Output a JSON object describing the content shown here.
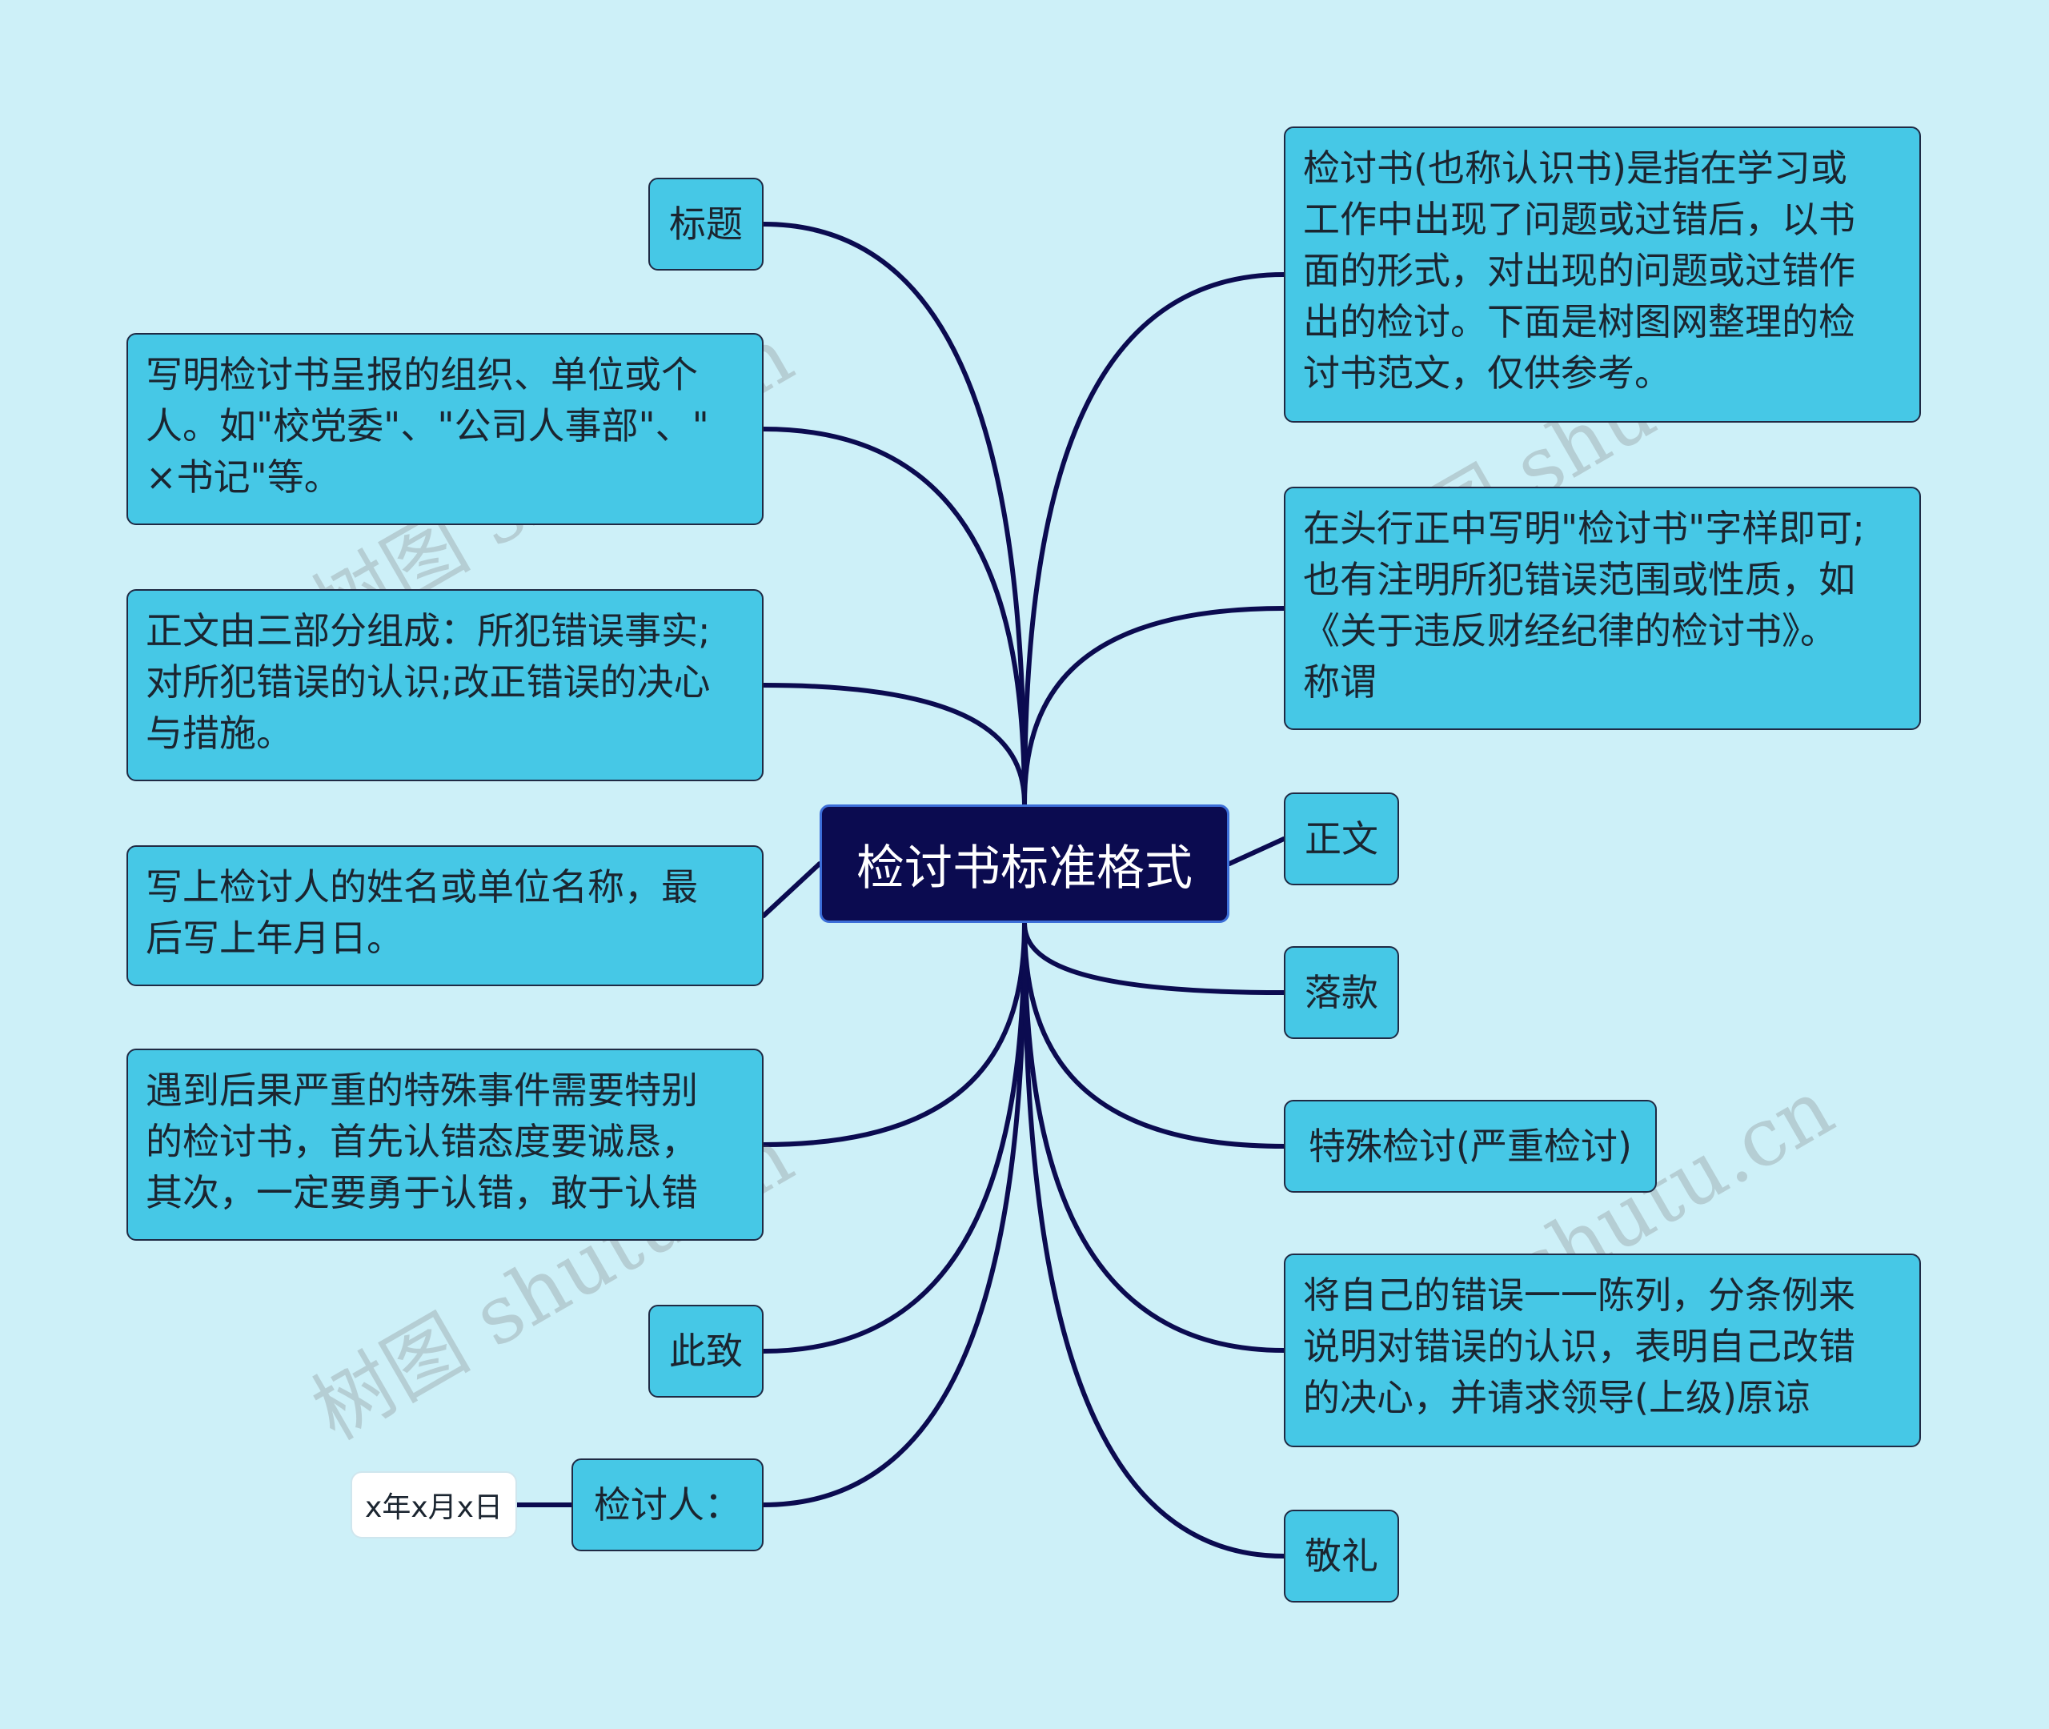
{
  "root": {
    "label": "检讨书标准格式"
  },
  "left_nodes": [
    {
      "id": "l0",
      "label": "标题"
    },
    {
      "id": "l1",
      "label": "写明检讨书呈报的组织、单位或个\n人。如\"校党委\"、\"公司人事部\"、\"\n×书记\"等。"
    },
    {
      "id": "l2",
      "label": "正文由三部分组成：所犯错误事实;\n对所犯错误的认识;改正错误的决心\n与措施。"
    },
    {
      "id": "l3",
      "label": "写上检讨人的姓名或单位名称，最\n后写上年月日。"
    },
    {
      "id": "l4",
      "label": "遇到后果严重的特殊事件需要特别\n的检讨书，首先认错态度要诚恳，\n其次，一定要勇于认错，敢于认错"
    },
    {
      "id": "l5",
      "label": "此致"
    },
    {
      "id": "l6",
      "label": "检讨人："
    }
  ],
  "leaf_node": {
    "label": "x年x月x日"
  },
  "right_nodes": [
    {
      "id": "r0",
      "label": "检讨书(也称认识书)是指在学习或\n工作中出现了问题或过错后，以书\n面的形式，对出现的问题或过错作\n出的检讨。下面是树图网整理的检\n讨书范文，仅供参考。"
    },
    {
      "id": "r1",
      "label": "在头行正中写明\"检讨书\"字样即可;\n也有注明所犯错误范围或性质，如\n《关于违反财经纪律的检讨书》。\n称谓"
    },
    {
      "id": "r2",
      "label": "正文"
    },
    {
      "id": "r3",
      "label": "落款"
    },
    {
      "id": "r4",
      "label": "特殊检讨(严重检讨)"
    },
    {
      "id": "r5",
      "label": "将自己的错误一一陈列，分条例来\n说明对错误的认识，表明自己改错\n的决心，并请求领导(上级)原谅"
    },
    {
      "id": "r6",
      "label": "敬礼"
    }
  ],
  "watermark": {
    "text": "树图 shutu.cn"
  },
  "colors": {
    "background": "#cdf0f8",
    "node_fill": "#46c8e6",
    "root_fill": "#0b0b50",
    "link": "#0b0b50"
  }
}
